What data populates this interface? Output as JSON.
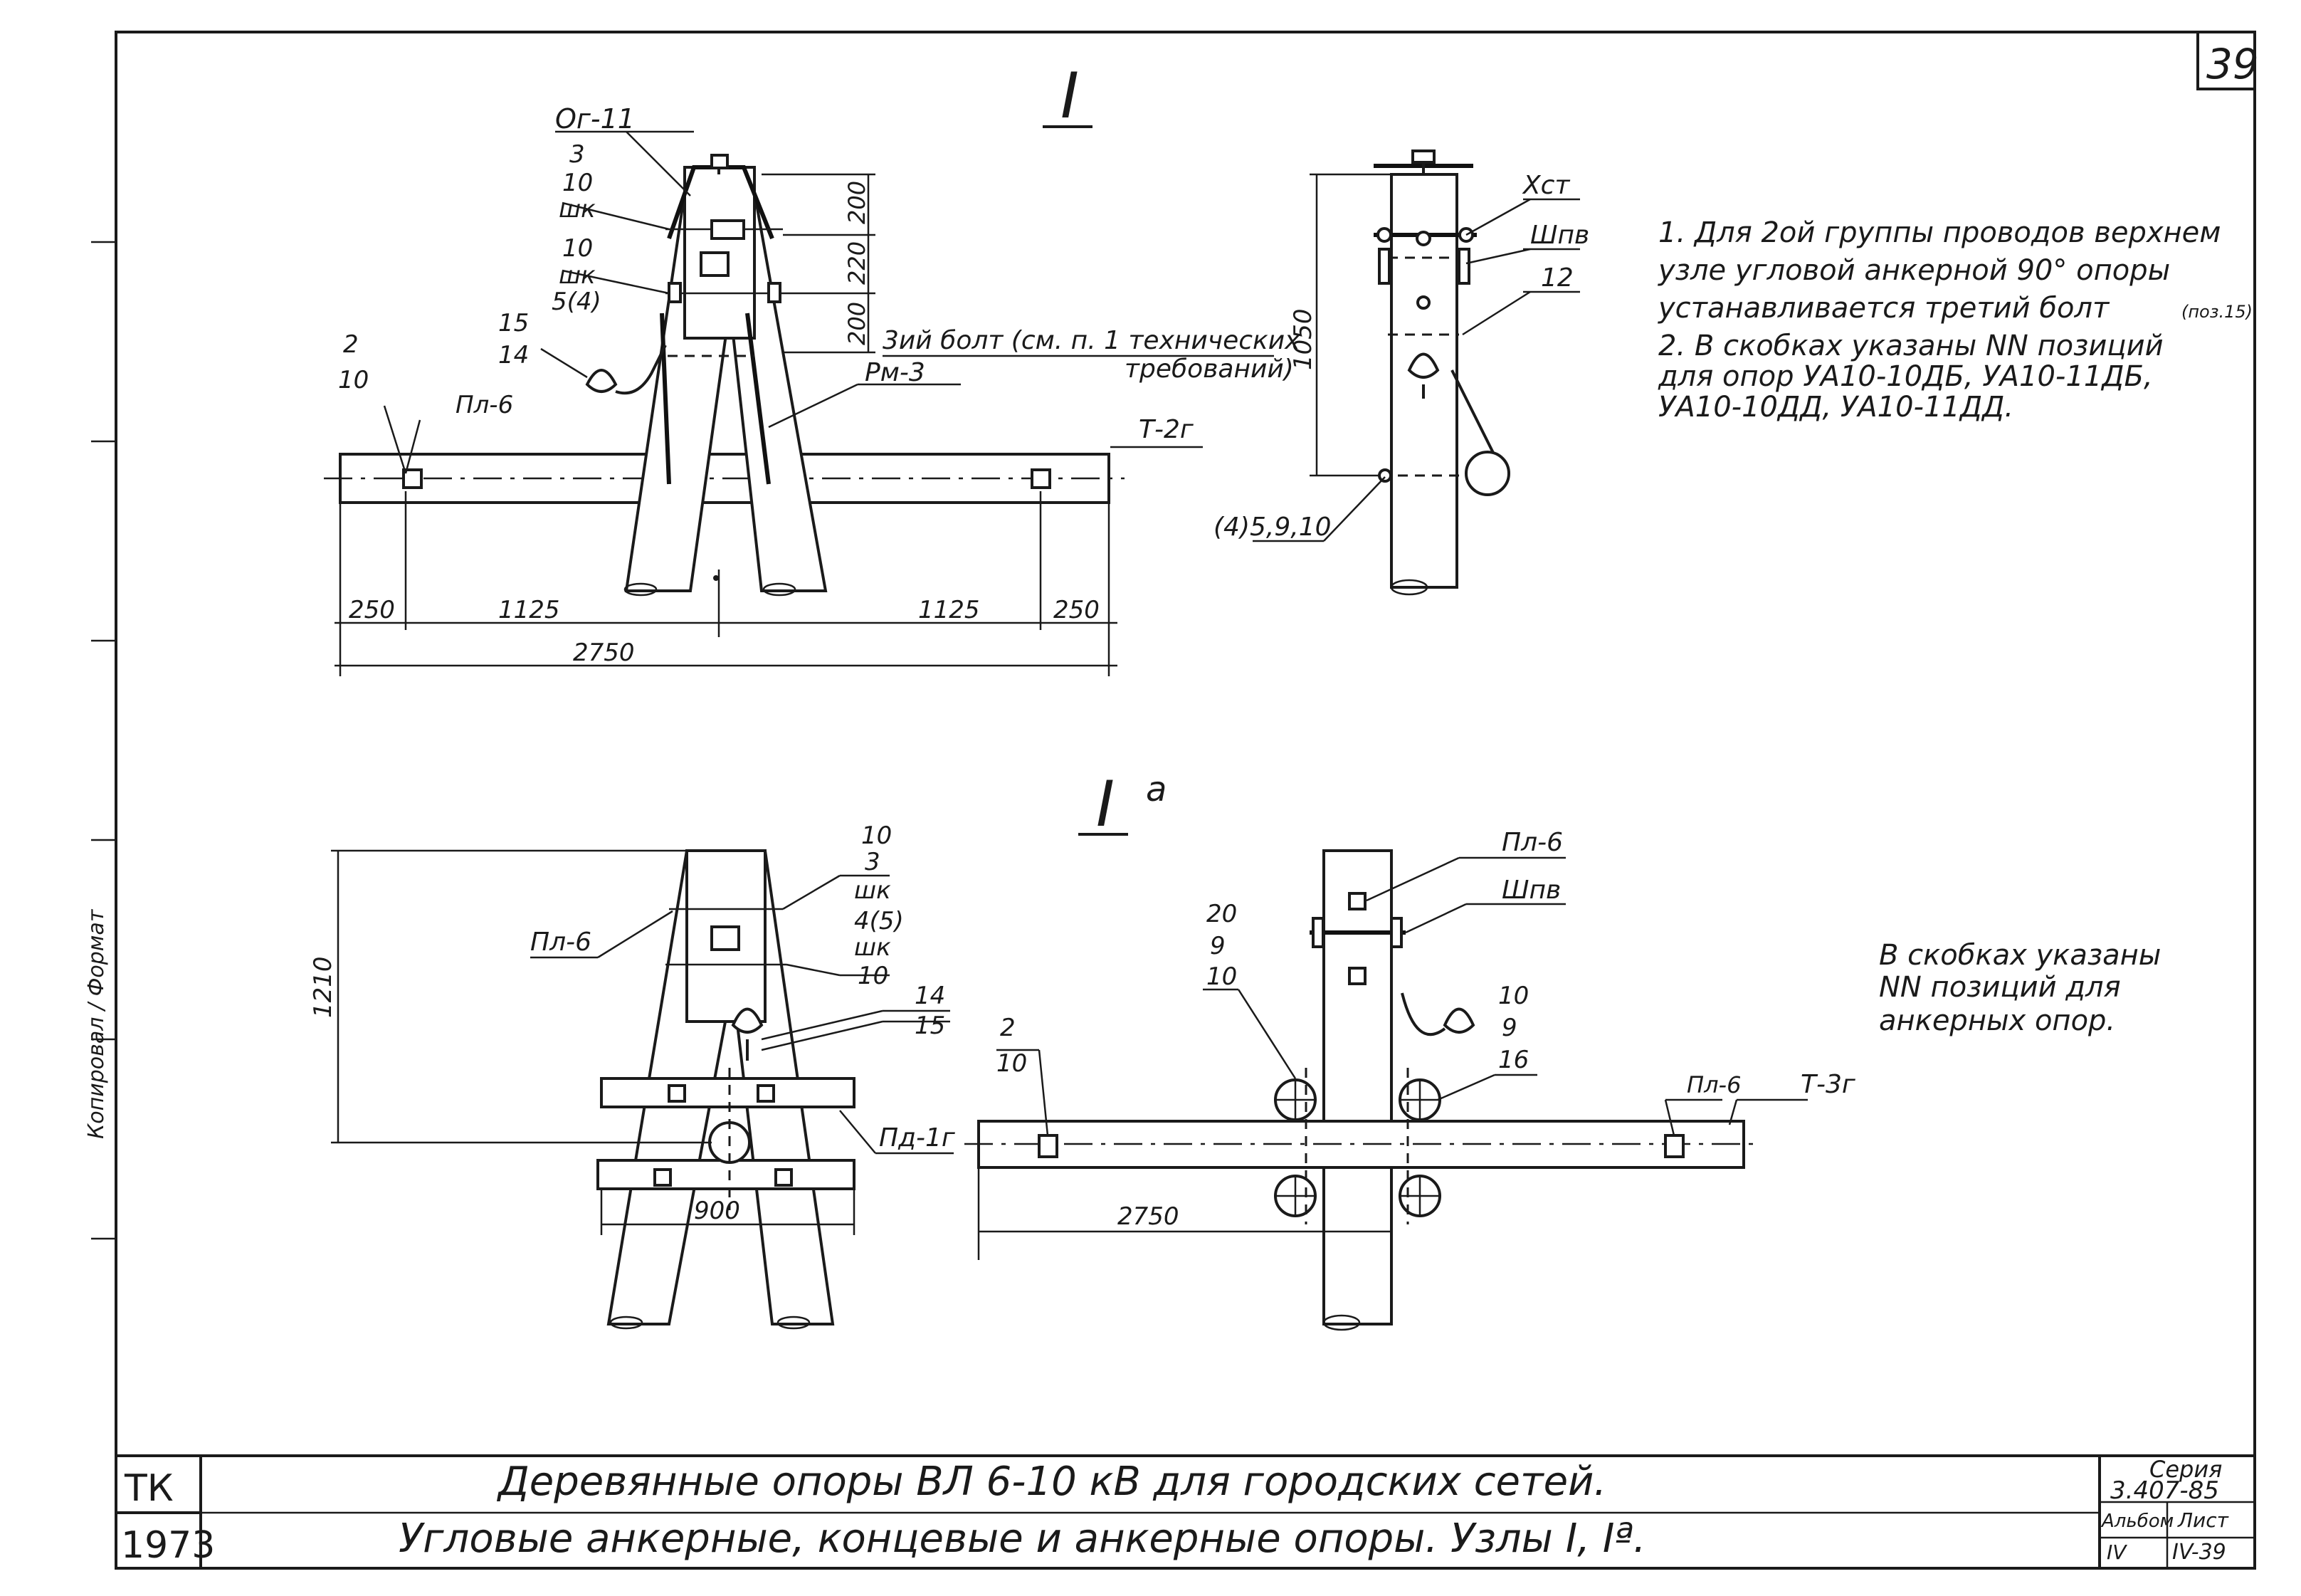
{
  "sheet": {
    "number": "39",
    "org": "ТК",
    "year": "1973",
    "title_line1": "Деревянные опоры ВЛ 6-10 кВ для городских сетей.",
    "title_line2": "Угловые анкерные, концевые и анкерные опоры. Узлы I, Iª.",
    "series_label": "Серия",
    "series_value": "3.407-85",
    "album_label": "Альбом",
    "album_value": "IV",
    "list_label": "Лист",
    "list_value": "IV-39",
    "margin_stamp": "Копировал / Формат"
  },
  "view_I": {
    "title": "I",
    "front": {
      "labels": {
        "og11": "Ог-11",
        "n3": "3",
        "n10a": "10",
        "shk_a": "шк",
        "n10b": "10",
        "shk_b": "шк",
        "n5_4": "5(4)",
        "n15": "15",
        "n14": "14",
        "n2": "2",
        "n10c": "10",
        "pl6": "Пл-6",
        "third_bolt": "3ий болт (см. п. 1 технических",
        "third_bolt2": "требований)",
        "rm3": "Рм-3",
        "t2g": "Т-2г"
      },
      "dims": {
        "d200a": "200",
        "d220": "220",
        "d200b": "200",
        "d250a": "250",
        "d1125a": "1125",
        "d1125b": "1125",
        "d250b": "250",
        "d2750": "2750"
      }
    },
    "side": {
      "labels": {
        "xst": "Хст",
        "shpv": "Шпв",
        "n12": "12",
        "pos": "(4)5,9,10"
      },
      "dims": {
        "d1050": "1050"
      }
    }
  },
  "view_Ia": {
    "title": "I",
    "title_sup": "a",
    "front": {
      "labels": {
        "pl6": "Пл-6",
        "n10": "10",
        "n3": "3",
        "shk": "шк",
        "n4_5": "4(5)",
        "shk2": "шк",
        "n10b": "10",
        "n14": "14",
        "n15": "15",
        "pd1g": "Пд-1г"
      },
      "dims": {
        "d1210": "1210",
        "d900": "900"
      }
    },
    "side": {
      "labels": {
        "pl6a": "Пл-6",
        "shpv": "Шпв",
        "n20": "20",
        "n9": "9",
        "n10": "10",
        "n10b": "10",
        "n9b": "9",
        "n16": "16",
        "n2": "2",
        "n10c": "10",
        "pl6b": "Пл-6",
        "t3g": "Т-3г"
      },
      "dims": {
        "d2750": "2750"
      }
    }
  },
  "notes": {
    "note1_l1": "1. Для 2ой группы проводов верхнем",
    "note1_l2": "узле угловой анкерной 90° опоры",
    "note1_l3": "устанавливается третий болт",
    "note1_l3b": "(поз.15)",
    "note2_l1": "2. В скобках указаны NN позиций",
    "note2_l2": "для опор УА10-10ДБ, УА10-11ДБ,",
    "note2_l3": "УА10-10ДД, УА10-11ДД.",
    "note3_l1": "В скобках указаны",
    "note3_l2": "NN позиций для",
    "note3_l3": "анкерных опор."
  }
}
